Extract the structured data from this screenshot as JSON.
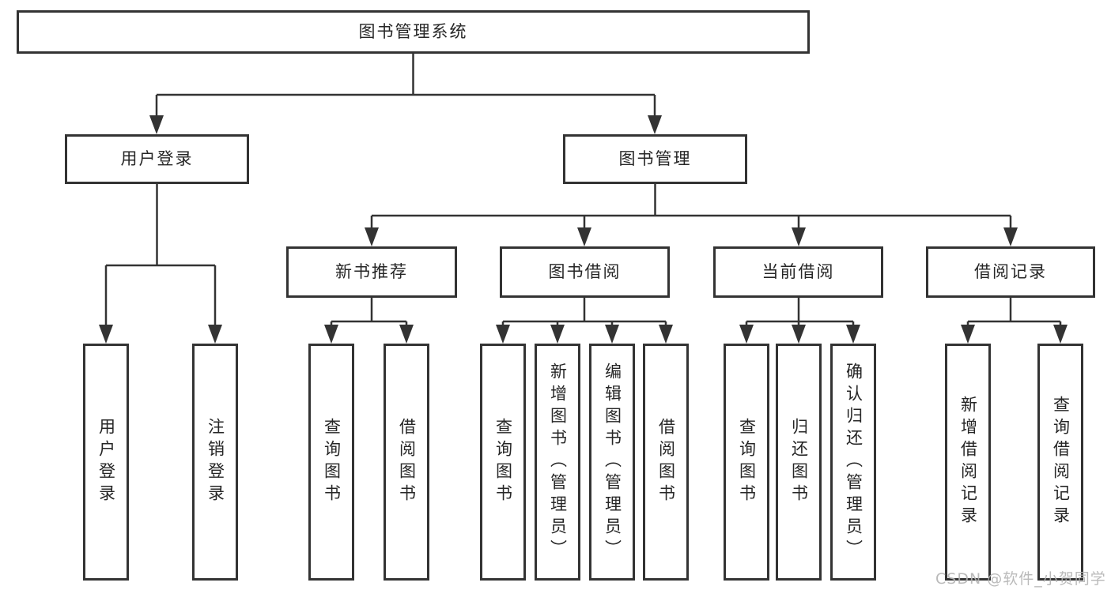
{
  "diagram": {
    "title": "图书管理系统",
    "root": {
      "label": "图书管理系统"
    },
    "level2": [
      {
        "label": "用户登录"
      },
      {
        "label": "图书管理"
      }
    ],
    "level3": [
      {
        "label": "新书推荐"
      },
      {
        "label": "图书借阅"
      },
      {
        "label": "当前借阅"
      },
      {
        "label": "借阅记录"
      }
    ],
    "leaves": {
      "user_login": [
        "用户登录",
        "注销登录"
      ],
      "new_book": [
        "查询图书",
        "借阅图书"
      ],
      "book_borrow": [
        "查询图书",
        "新增图书（管理员）",
        "编辑图书（管理员）",
        "借阅图书"
      ],
      "current_borrow": [
        "查询图书",
        "归还图书",
        "确认归还（管理员）"
      ],
      "borrow_record": [
        "新增借阅记录",
        "查询借阅记录"
      ]
    }
  },
  "watermark": {
    "text": "CSDN @软件_小贺同学"
  },
  "colors": {
    "line": "#333333",
    "text": "#262626",
    "watermark": "#b2b2b2",
    "background": "#ffffff"
  }
}
